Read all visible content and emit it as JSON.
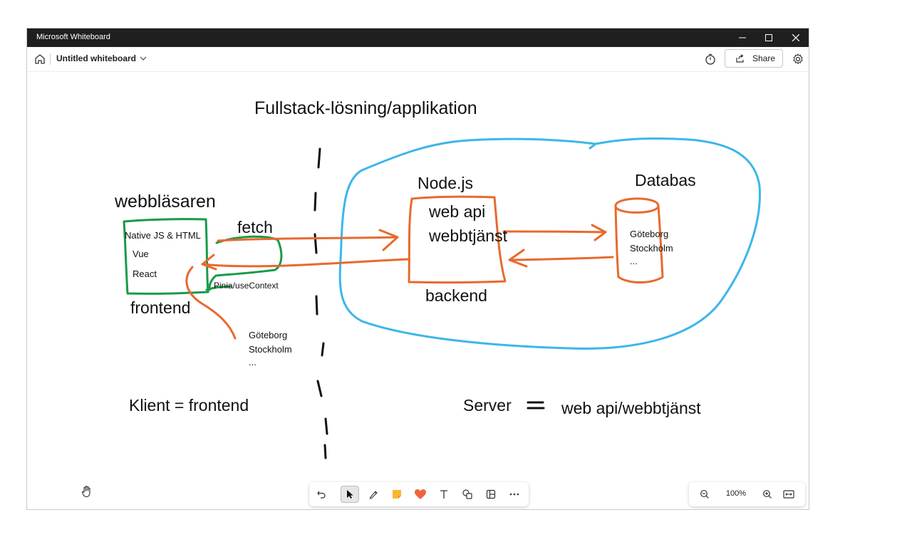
{
  "window": {
    "title": "Microsoft Whiteboard"
  },
  "toolbar": {
    "board_title": "Untitled whiteboard",
    "share_label": "Share"
  },
  "canvas": {
    "heading": "Fullstack-lösning/applikation",
    "browser_label": "webbläsaren",
    "browser_items": [
      "Native JS & HTML",
      "Vue",
      "React"
    ],
    "frontend_label": "frontend",
    "fetch_label": "fetch",
    "state_label": "Pinia/useContext",
    "client_cities": [
      "Göteborg",
      "Stockholm",
      "..."
    ],
    "node_label": "Node.js",
    "server_box_lines": [
      "web api",
      "webbtjänst"
    ],
    "backend_label": "backend",
    "db_label": "Databas",
    "db_cities": [
      "Göteborg",
      "Stockholm",
      "..."
    ],
    "client_eq": "Klient = frontend",
    "server_word": "Server",
    "server_def": "web api/webbtjänst"
  },
  "zoom": {
    "level": "100%"
  },
  "colors": {
    "orange": "#e8692d",
    "green": "#1a9a4a",
    "blue": "#3cb6ea",
    "titlebar": "#1f1f1f"
  }
}
